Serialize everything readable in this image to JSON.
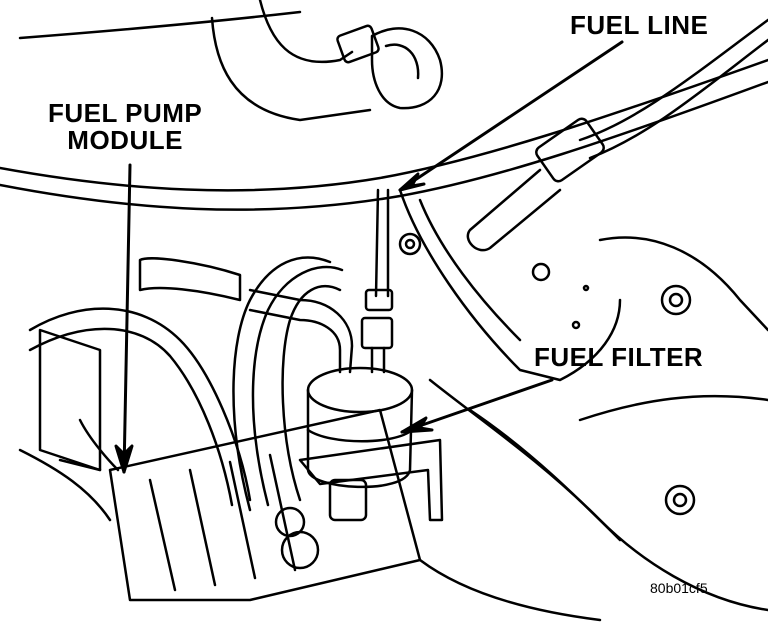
{
  "labels": {
    "fuel_line": "FUEL LINE",
    "fuel_pump_module_1": "FUEL PUMP",
    "fuel_pump_module_2": "MODULE",
    "fuel_filter": "FUEL FILTER"
  },
  "figure_id": "80b01cf5",
  "colors": {
    "ink": "#000000",
    "paper": "#ffffff"
  }
}
